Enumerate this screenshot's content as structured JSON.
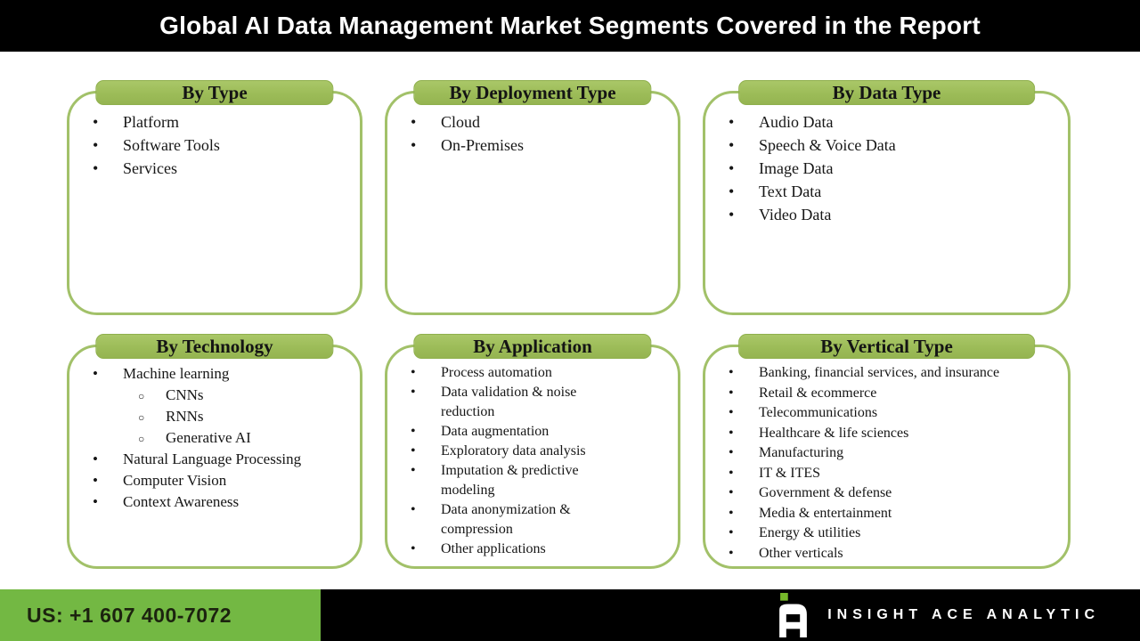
{
  "title": "Global AI Data Management Market Segments Covered in the Report",
  "colors": {
    "title_bar_bg": "#000000",
    "title_text": "#ffffff",
    "box_border_green": "#a2c169",
    "tab_green": "#9cbc58",
    "footer_green": "#73b843",
    "footer_bg": "#000000",
    "logo_dot_green": "#76b82a"
  },
  "boxes": [
    {
      "header": "By Type",
      "items": [
        {
          "label": "Platform"
        },
        {
          "label": "Software Tools"
        },
        {
          "label": "Services"
        }
      ]
    },
    {
      "header": "By Deployment Type",
      "items": [
        {
          "label": "Cloud"
        },
        {
          "label": "On-Premises"
        }
      ]
    },
    {
      "header": "By Data Type",
      "items": [
        {
          "label": "Audio Data"
        },
        {
          "label": "Speech & Voice Data"
        },
        {
          "label": "Image Data"
        },
        {
          "label": "Text Data"
        },
        {
          "label": "Video Data"
        }
      ]
    },
    {
      "header": "By Technology",
      "items": [
        {
          "label": "Machine learning"
        },
        {
          "label": "CNNs",
          "sub": true
        },
        {
          "label": "RNNs",
          "sub": true
        },
        {
          "label": "Generative AI",
          "sub": true
        },
        {
          "label": "Natural Language Processing"
        },
        {
          "label": "Computer Vision"
        },
        {
          "label": "Context Awareness"
        }
      ]
    },
    {
      "header": "By Application",
      "items": [
        {
          "label": "Process automation"
        },
        {
          "label": "Data validation & noise reduction"
        },
        {
          "label": "Data augmentation"
        },
        {
          "label": "Exploratory data analysis"
        },
        {
          "label": "Imputation & predictive modeling"
        },
        {
          "label": "Data anonymization & compression"
        },
        {
          "label": "Other applications"
        }
      ]
    },
    {
      "header": "By Vertical Type",
      "items": [
        {
          "label": "Banking, financial services, and insurance"
        },
        {
          "label": "Retail & ecommerce"
        },
        {
          "label": "Telecommunications"
        },
        {
          "label": "Healthcare & life sciences"
        },
        {
          "label": "Manufacturing"
        },
        {
          "label": "IT & ITES"
        },
        {
          "label": "Government & defense"
        },
        {
          "label": "Media & entertainment"
        },
        {
          "label": "Energy & utilities"
        },
        {
          "label": "Other verticals"
        }
      ]
    }
  ],
  "footer": {
    "phone": "US: +1 607 400-7072",
    "brand": "INSIGHT ACE ANALYTIC"
  }
}
